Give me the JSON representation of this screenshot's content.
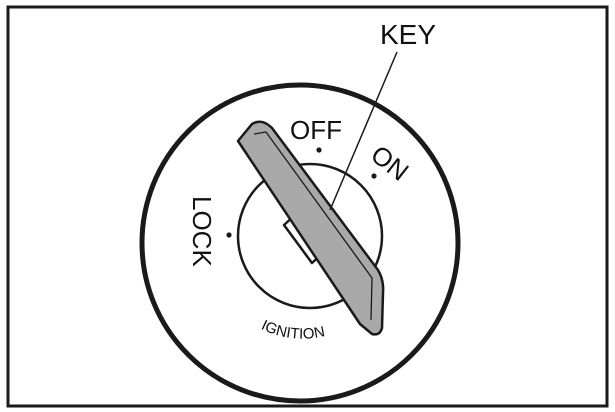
{
  "labels": {
    "key": "KEY",
    "off": "OFF",
    "on": "ON",
    "lock": "LOCK",
    "ignition": "IGNITION"
  },
  "colors": {
    "line": "#1a1a1a",
    "key_fill": "#a9a9a9",
    "key_highlight": "#c8c8c8",
    "background": "#ffffff"
  }
}
